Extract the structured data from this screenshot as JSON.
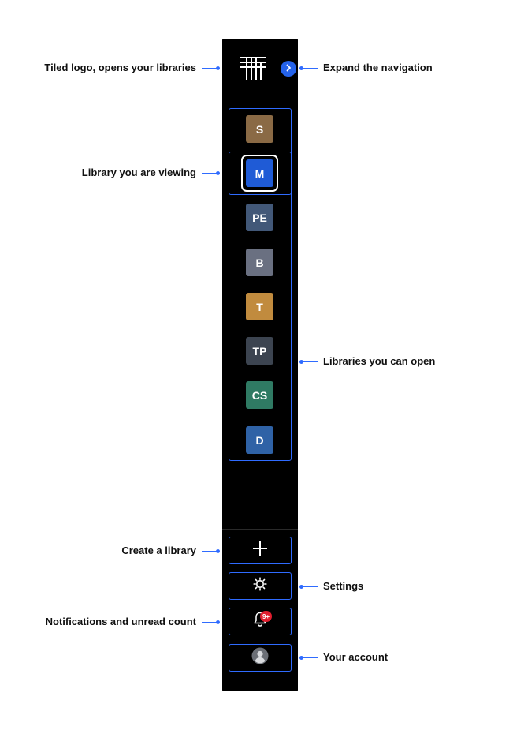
{
  "colors": {
    "sidebar_bg": "#000000",
    "accent_blue": "#2563eb",
    "outline_blue": "#2f6bff",
    "badge_red": "#e11d2e"
  },
  "sidebar": {
    "logo_icon": "tiled-logo-icon",
    "expand_icon": "chevron-right-icon",
    "libraries": [
      {
        "initials": "S",
        "color": "#8a6a45"
      },
      {
        "initials": "M",
        "color": "#1f5bd6",
        "active": true
      },
      {
        "initials": "PE",
        "color": "#425878"
      },
      {
        "initials": "B",
        "color": "#6a7081"
      },
      {
        "initials": "T",
        "color": "#c18b3e"
      },
      {
        "initials": "TP",
        "color": "#3c4450"
      },
      {
        "initials": "CS",
        "color": "#2f7a63"
      },
      {
        "initials": "D",
        "color": "#2f62a6"
      }
    ],
    "actions": {
      "create_icon": "plus-icon",
      "settings_icon": "gear-icon",
      "notifications_icon": "bell-icon",
      "notifications_badge": "9+",
      "account_icon": "user-avatar-icon"
    }
  },
  "callouts": {
    "logo": "Tiled logo, opens your libraries",
    "expand": "Expand the navigation",
    "viewing": "Library you are viewing",
    "can_open": "Libraries you can open",
    "create": "Create a library",
    "settings": "Settings",
    "notifications": "Notifications and unread count",
    "account": "Your account"
  }
}
